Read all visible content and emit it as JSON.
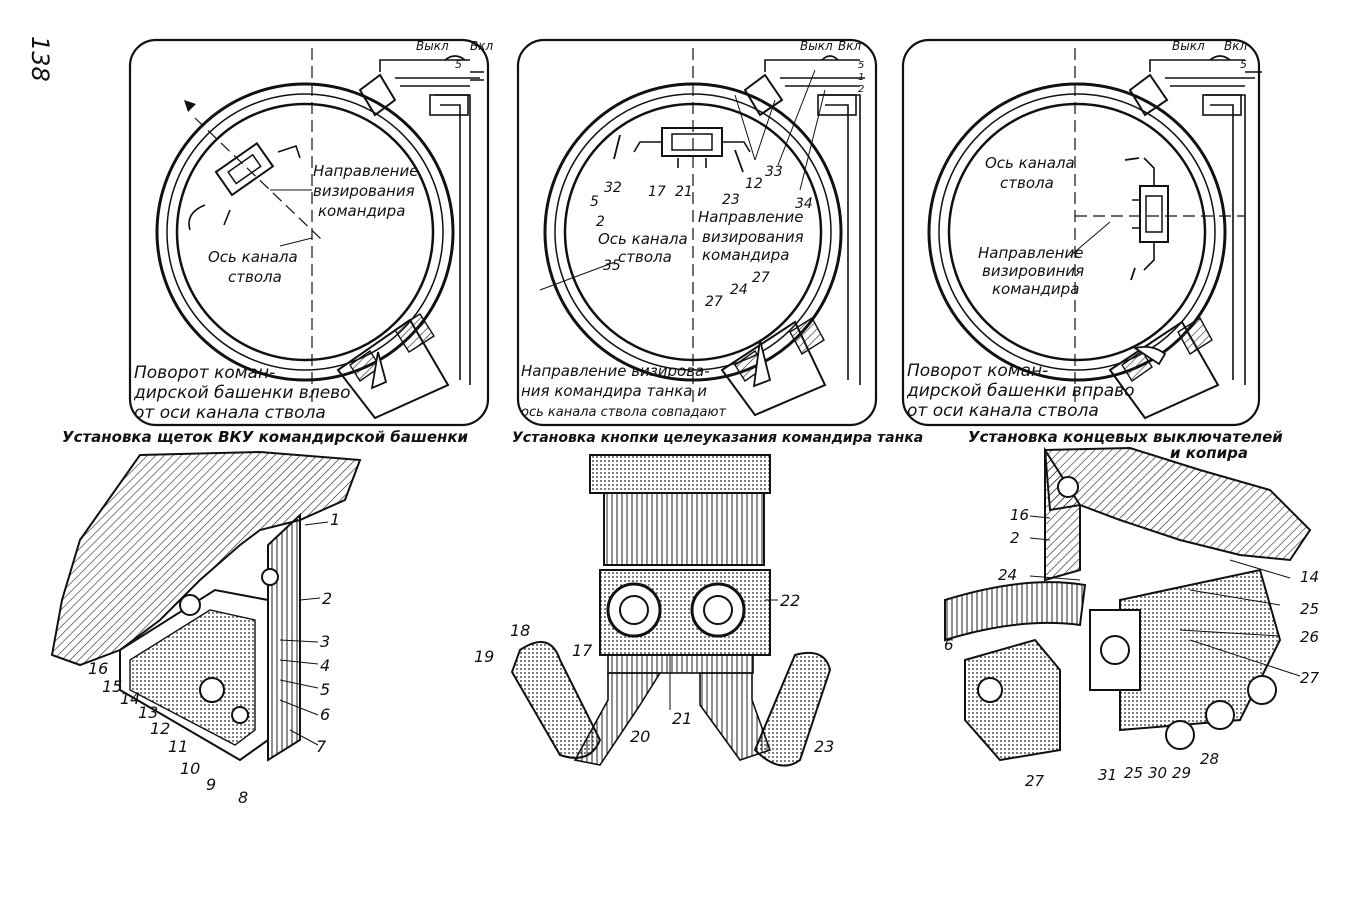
{
  "page_number": "138",
  "panels": [
    {
      "switch_off": "Выкл",
      "switch_on": "Вкл",
      "wire_num": "5",
      "label_direction": [
        "Направление",
        "визирования",
        "командира"
      ],
      "label_axis": [
        "Ось канала",
        "ствола"
      ],
      "caption": [
        "Поворот коман-",
        "дирской башенки влево",
        "от оси канала ствола"
      ]
    },
    {
      "switch_off": "Выкл",
      "switch_on": "Вкл",
      "wire_nums": [
        "5",
        "1",
        "2"
      ],
      "label_direction": [
        "Направление",
        "визирования",
        "командира"
      ],
      "label_axis": [
        "Ось канала",
        "ствола"
      ],
      "caption": [
        "Направление визирова-",
        "ния командира танка и",
        "ось канала ствола совпадают"
      ],
      "callouts": [
        "32",
        "5",
        "2",
        "17",
        "21",
        "23",
        "12",
        "33",
        "34",
        "35",
        "27",
        "24",
        "27"
      ]
    },
    {
      "switch_off": "Выкл",
      "switch_on": "Вкл",
      "wire_num": "5",
      "label_axis": [
        "Ось канала",
        "ствола"
      ],
      "label_direction": [
        "Направление",
        "визировиния",
        "командира"
      ],
      "caption": [
        "Поворот коман-",
        "дирской башенки вправо",
        "от оси канала ствола"
      ]
    }
  ],
  "section_titles": [
    "Установка щеток ВКУ командирской башенки",
    "Установка кнопки целеуказания командира танка",
    "Установка концевых выключателей",
    "и копира"
  ],
  "fig_left_callouts": [
    "1",
    "2",
    "3",
    "4",
    "5",
    "6",
    "7",
    "8",
    "9",
    "10",
    "11",
    "12",
    "13",
    "14",
    "15",
    "16"
  ],
  "fig_center_callouts": [
    "18",
    "19",
    "17",
    "22",
    "20",
    "21",
    "23"
  ],
  "fig_right_callouts": [
    "16",
    "2",
    "24",
    "14",
    "25",
    "6",
    "26",
    "27",
    "28",
    "27",
    "31",
    "25",
    "30",
    "29"
  ]
}
